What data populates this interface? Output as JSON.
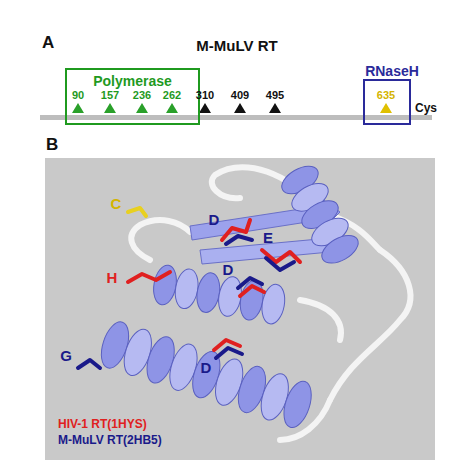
{
  "diagram": {
    "title": "M-MuLV RT",
    "nodes": [
      {
        "text": [
          "Polymerase"
        ]
      },
      {
        "text": [
          "RNaseH"
        ]
      }
    ],
    "edges": [],
    "labels": [
      "A",
      "90",
      "157",
      "236",
      "262",
      "310",
      "409",
      "495",
      "635",
      "Cys",
      "B",
      "C",
      "D",
      "E",
      "D",
      "H",
      "G",
      "D",
      "HIV-1 RT(1HYS)",
      "M-MuLV RT(2HB5)"
    ]
  }
}
